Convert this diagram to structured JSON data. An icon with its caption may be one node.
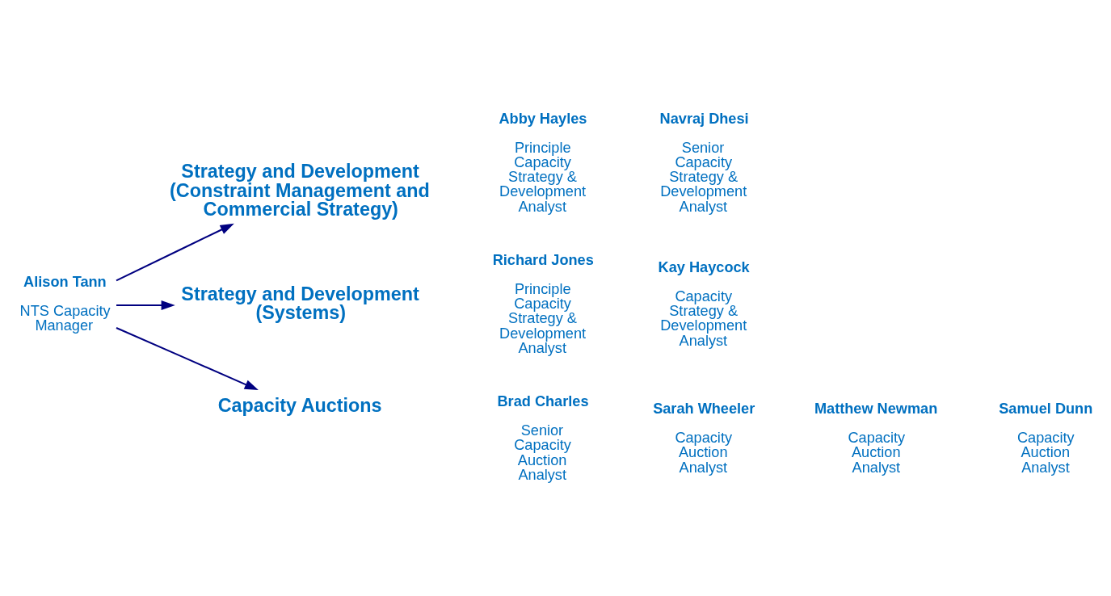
{
  "diagram": {
    "nodes": [
      {
        "text": [
          "Alison Tann",
          "NTS Capacity Manager"
        ]
      },
      {
        "text": [
          "Strategy and Development (Constraint Management and Commercial Strategy)"
        ]
      },
      {
        "text": [
          "Strategy and Development (Systems)"
        ]
      },
      {
        "text": [
          "Capacity Auctions"
        ]
      },
      {
        "text": [
          "Abby Hayles",
          "Principle Capacity Strategy & Development Analyst"
        ]
      },
      {
        "text": [
          "Navraj Dhesi",
          "Senior Capacity Strategy & Development Analyst"
        ]
      },
      {
        "text": [
          "Richard Jones",
          "Principle Capacity Strategy & Development Analyst"
        ]
      },
      {
        "text": [
          "Kay Haycock",
          "Capacity Strategy & Development Analyst"
        ]
      },
      {
        "text": [
          "Brad Charles",
          "Senior Capacity Auction Analyst"
        ]
      },
      {
        "text": [
          "Sarah Wheeler",
          "Capacity Auction Analyst"
        ]
      },
      {
        "text": [
          "Matthew Newman",
          "Capacity Auction Analyst"
        ]
      },
      {
        "text": [
          "Samuel Dunn",
          "Capacity Auction Analyst"
        ]
      }
    ],
    "edges": [
      {
        "from": 0,
        "to": 1,
        "arrow": "to"
      },
      {
        "from": 0,
        "to": 2,
        "arrow": "to"
      },
      {
        "from": 0,
        "to": 3,
        "arrow": "to"
      }
    ]
  }
}
